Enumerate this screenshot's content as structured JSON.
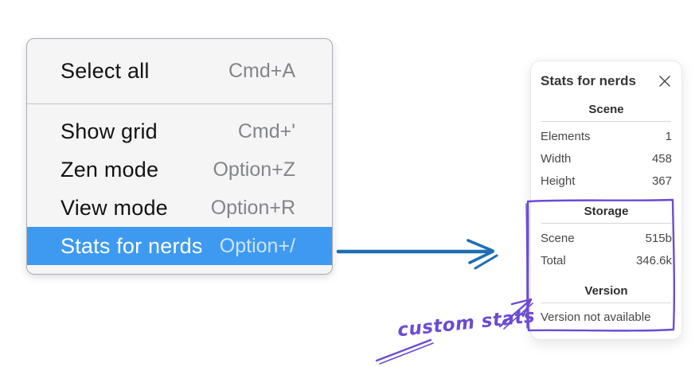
{
  "colors": {
    "menu_highlight": "#3e9af0",
    "arrow_blue": "#1d6db6",
    "annotation_purple": "#6c4bd3"
  },
  "context_menu": {
    "items": [
      {
        "label": "Select all",
        "shortcut": "Cmd+A",
        "selected": false
      },
      {
        "label": "Show grid",
        "shortcut": "Cmd+'",
        "selected": false
      },
      {
        "label": "Zen mode",
        "shortcut": "Option+Z",
        "selected": false
      },
      {
        "label": "View mode",
        "shortcut": "Option+R",
        "selected": false
      },
      {
        "label": "Stats for nerds",
        "shortcut": "Option+/",
        "selected": true
      }
    ]
  },
  "stats_panel": {
    "title": "Stats for nerds",
    "sections": [
      {
        "title": "Scene",
        "rows": [
          {
            "label": "Elements",
            "value": "1"
          },
          {
            "label": "Width",
            "value": "458"
          },
          {
            "label": "Height",
            "value": "367"
          }
        ]
      },
      {
        "title": "Storage",
        "rows": [
          {
            "label": "Scene",
            "value": "515b"
          },
          {
            "label": "Total",
            "value": "346.6k"
          }
        ]
      },
      {
        "title": "Version",
        "note": "Version not available",
        "rows": []
      }
    ]
  },
  "annotations": {
    "custom_stats_label": "custom stats"
  }
}
